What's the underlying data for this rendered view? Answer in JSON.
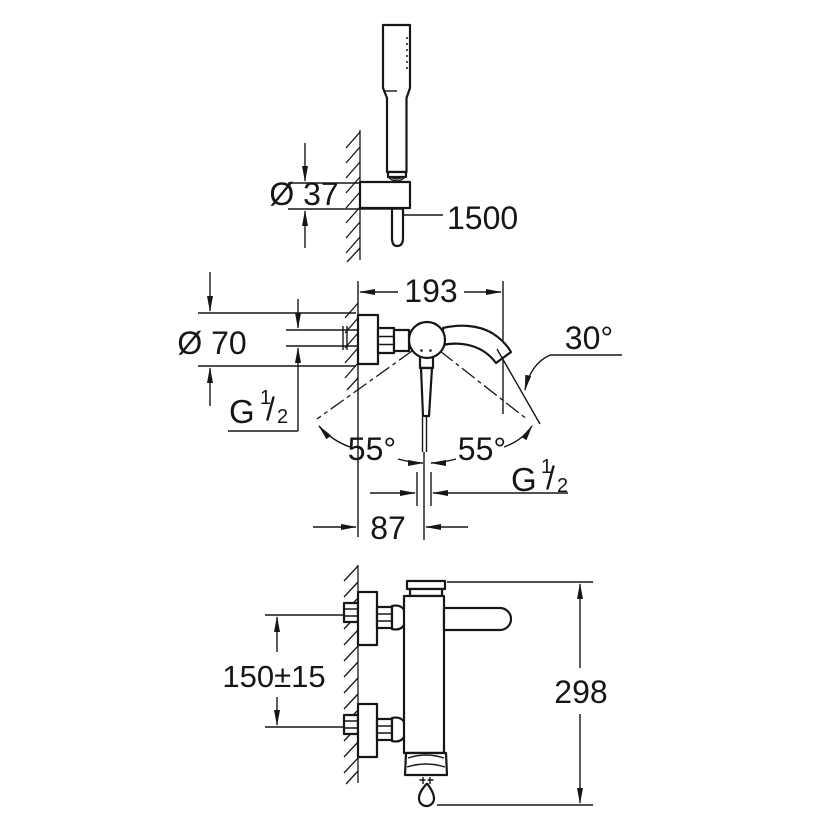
{
  "background": "#ffffff",
  "line_color": "#161616",
  "views": {
    "hand_shower": {
      "label": "hand-shower-on-wall-holder-view",
      "dimensions": {
        "holder_diameter": "Ø 37",
        "hose_length": "1500"
      }
    },
    "mixer_front": {
      "label": "mixer-front-view",
      "dimensions": {
        "projection": "193",
        "escutcheon_diameter": "Ø 70",
        "spout_angle": "30°",
        "lever_angle_left": "55°",
        "lever_angle_right": "55°",
        "wall_to_spout_center": "87",
        "supply_thread": {
          "base": "G",
          "numerator": "1",
          "slash": "/",
          "denominator": "2"
        },
        "outlet_thread": {
          "base": "G",
          "numerator": "1",
          "slash": "/",
          "denominator": "2"
        }
      }
    },
    "mixer_side": {
      "label": "mixer-side-view",
      "dimensions": {
        "connection_spacing": "150±15",
        "overall_height": "298"
      }
    }
  }
}
